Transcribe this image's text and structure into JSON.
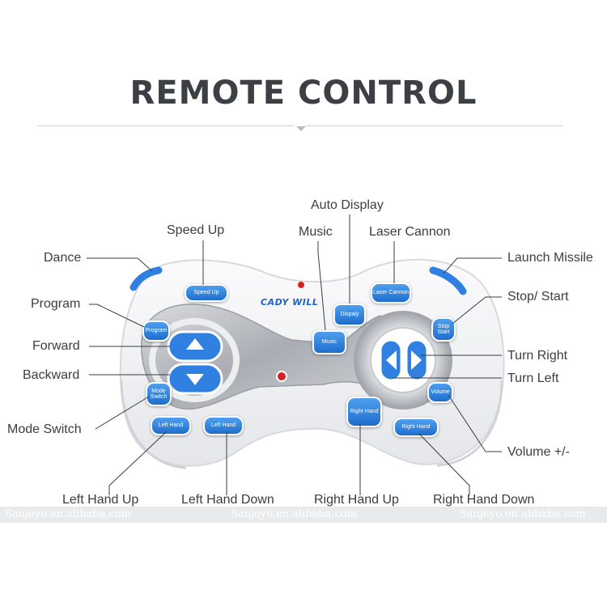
{
  "title": "REMOTE CONTROL",
  "brand": "CADY WILL",
  "labels": {
    "auto_display": "Auto Display",
    "speed_up": "Speed Up",
    "music": "Music",
    "laser_cannon": "Laser Cannon",
    "dance": "Dance",
    "launch_missile": "Launch Missile",
    "program": "Program",
    "stop_start": "Stop/ Start",
    "forward": "Forward",
    "turn_right": "Turn Right",
    "backward": "Backward",
    "turn_left": "Turn Left",
    "mode_switch": "Mode Switch",
    "volume": "Volume +/-",
    "left_hand_up": "Left Hand Up",
    "left_hand_down": "Left Hand Down",
    "right_hand_up": "Right Hand Up",
    "right_hand_down": "Right Hand Down"
  },
  "buttons": {
    "speed_up": "Speed Up",
    "laser_cannon": "Laser Cannon",
    "display": "Dispaly",
    "music": "Music",
    "program": "Program",
    "stop_start": "Stop Start",
    "mode_switch": "Mode Switch",
    "volume": "Volume",
    "left_hand_up": "Left Hand",
    "left_hand_down": "Left Hand",
    "right_hand_up": "Right Hand",
    "right_hand_down": "Right Hand"
  },
  "watermark": "Sanjoyo.en.alibaba.com",
  "colors": {
    "accent_blue": "#2f80e0",
    "text": "#3a3d42",
    "shell": "#f3f4f6",
    "silver": "#b9bcc2"
  }
}
